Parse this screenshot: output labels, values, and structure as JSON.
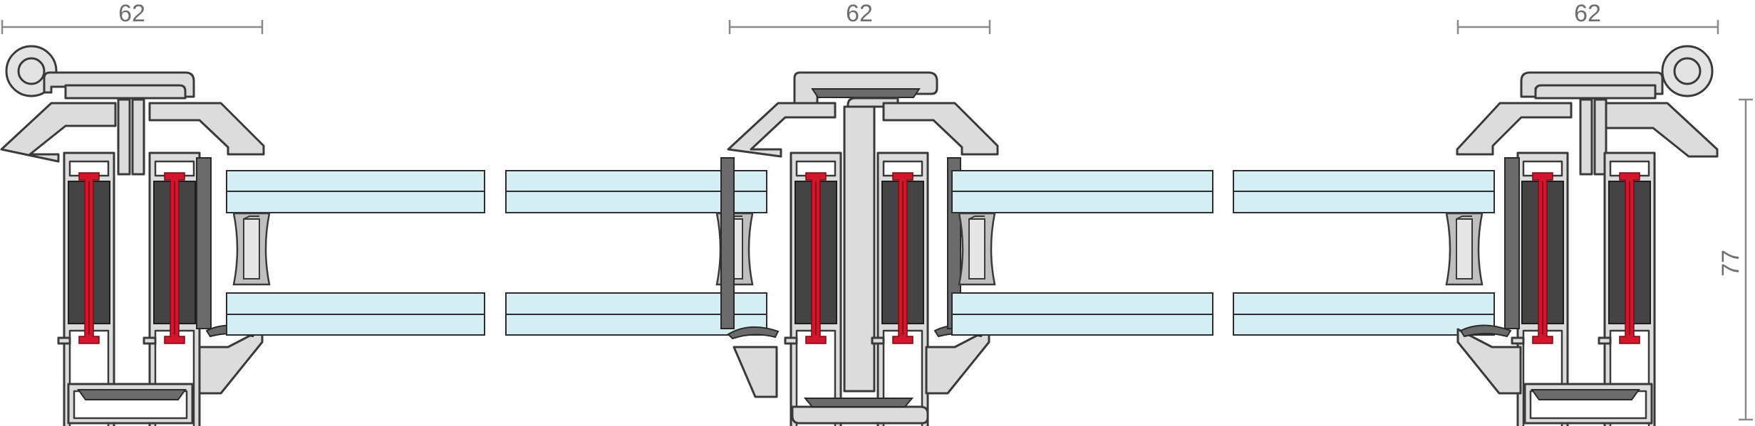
{
  "dimensions": {
    "width_left": "62",
    "width_center": "62",
    "width_right": "62",
    "height_right": "77"
  },
  "colors": {
    "aluminium": "#dcdcdc",
    "thermal_break": "#d3162b",
    "glass": "#d4eef4",
    "gasket": "#3d3d3d",
    "dimension": "#6e6e6e"
  },
  "components": [
    "roller-wheel",
    "aluminium-profile",
    "thermal-break-strip",
    "insulating-glass-unit",
    "spacer-bar",
    "glazing-gasket",
    "insulating-foam"
  ]
}
